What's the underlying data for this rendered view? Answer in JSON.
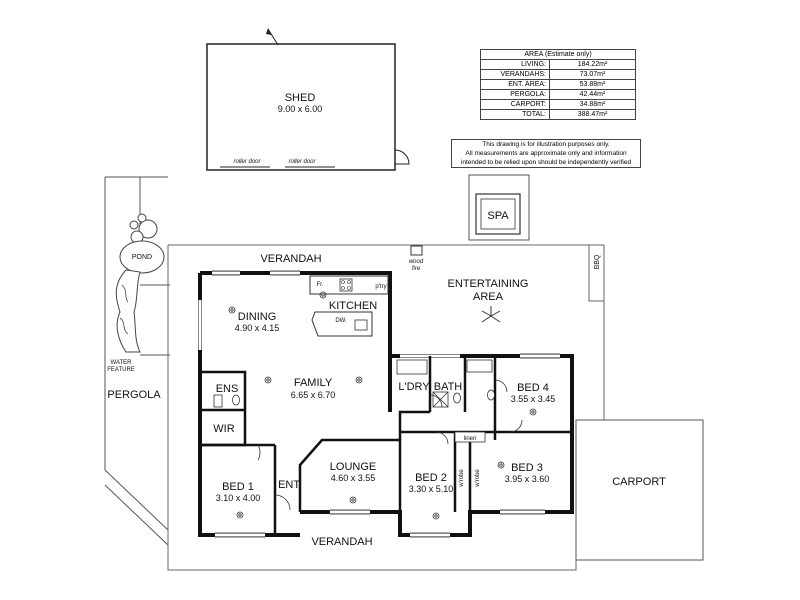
{
  "area_table": {
    "title": "AREA (Estimate only)",
    "rows": [
      {
        "label": "LIVING:",
        "value": "184.22m²"
      },
      {
        "label": "VERANDAHS:",
        "value": "73.07m²"
      },
      {
        "label": "ENT. AREA:",
        "value": "53.88m²"
      },
      {
        "label": "PERGOLA:",
        "value": "42.44m²"
      },
      {
        "label": "CARPORT:",
        "value": "34.88m²"
      },
      {
        "label": "TOTAL:",
        "value": "388.47m²"
      }
    ]
  },
  "disclaimer": [
    "This drawing is for illustration purposes only.",
    "All measurements are approximate only and information",
    "intended to be relied upon should be independently verified"
  ],
  "shed": {
    "name": "SHED",
    "size": "9.00 x 6.00",
    "door1": "roller door",
    "door2": "roller door"
  },
  "spa": "SPA",
  "bbq": "BBQ",
  "pond": "POND",
  "water_feature_line1": "WATER",
  "water_feature_line2": "FEATURE",
  "pergola": "PERGOLA",
  "verandah_top": "VERANDAH",
  "verandah_bottom": "VERANDAH",
  "wood_fire_line1": "wood",
  "wood_fire_line2": "fire",
  "entertaining_line1": "ENTERTAINING",
  "entertaining_line2": "AREA",
  "carport": "CARPORT",
  "rooms": {
    "dining": {
      "name": "DINING",
      "size": "4.90 x 4.15"
    },
    "kitchen": {
      "name": "KITCHEN",
      "fr": "Fr.",
      "ptry": "p'try",
      "dw": "DW."
    },
    "family": {
      "name": "FAMILY",
      "size": "6.65 x 6.70"
    },
    "ens": "ENS",
    "wir": "WIR",
    "bed1": {
      "name": "BED 1",
      "size": "3.10 x 4.00"
    },
    "ent": "ENT.",
    "lounge": {
      "name": "LOUNGE",
      "size": "4.60 x 3.55"
    },
    "ldry": "L'DRY",
    "bath": "BATH",
    "bed4": {
      "name": "BED 4",
      "size": "3.55 x 3.45"
    },
    "bed2": {
      "name": "BED 2",
      "size": "3.30 x 5.10"
    },
    "bed3": {
      "name": "BED 3",
      "size": "3.95 x 3.60"
    },
    "linen": "linen",
    "wrobe1": "w'robe",
    "wrobe2": "w'robe"
  }
}
